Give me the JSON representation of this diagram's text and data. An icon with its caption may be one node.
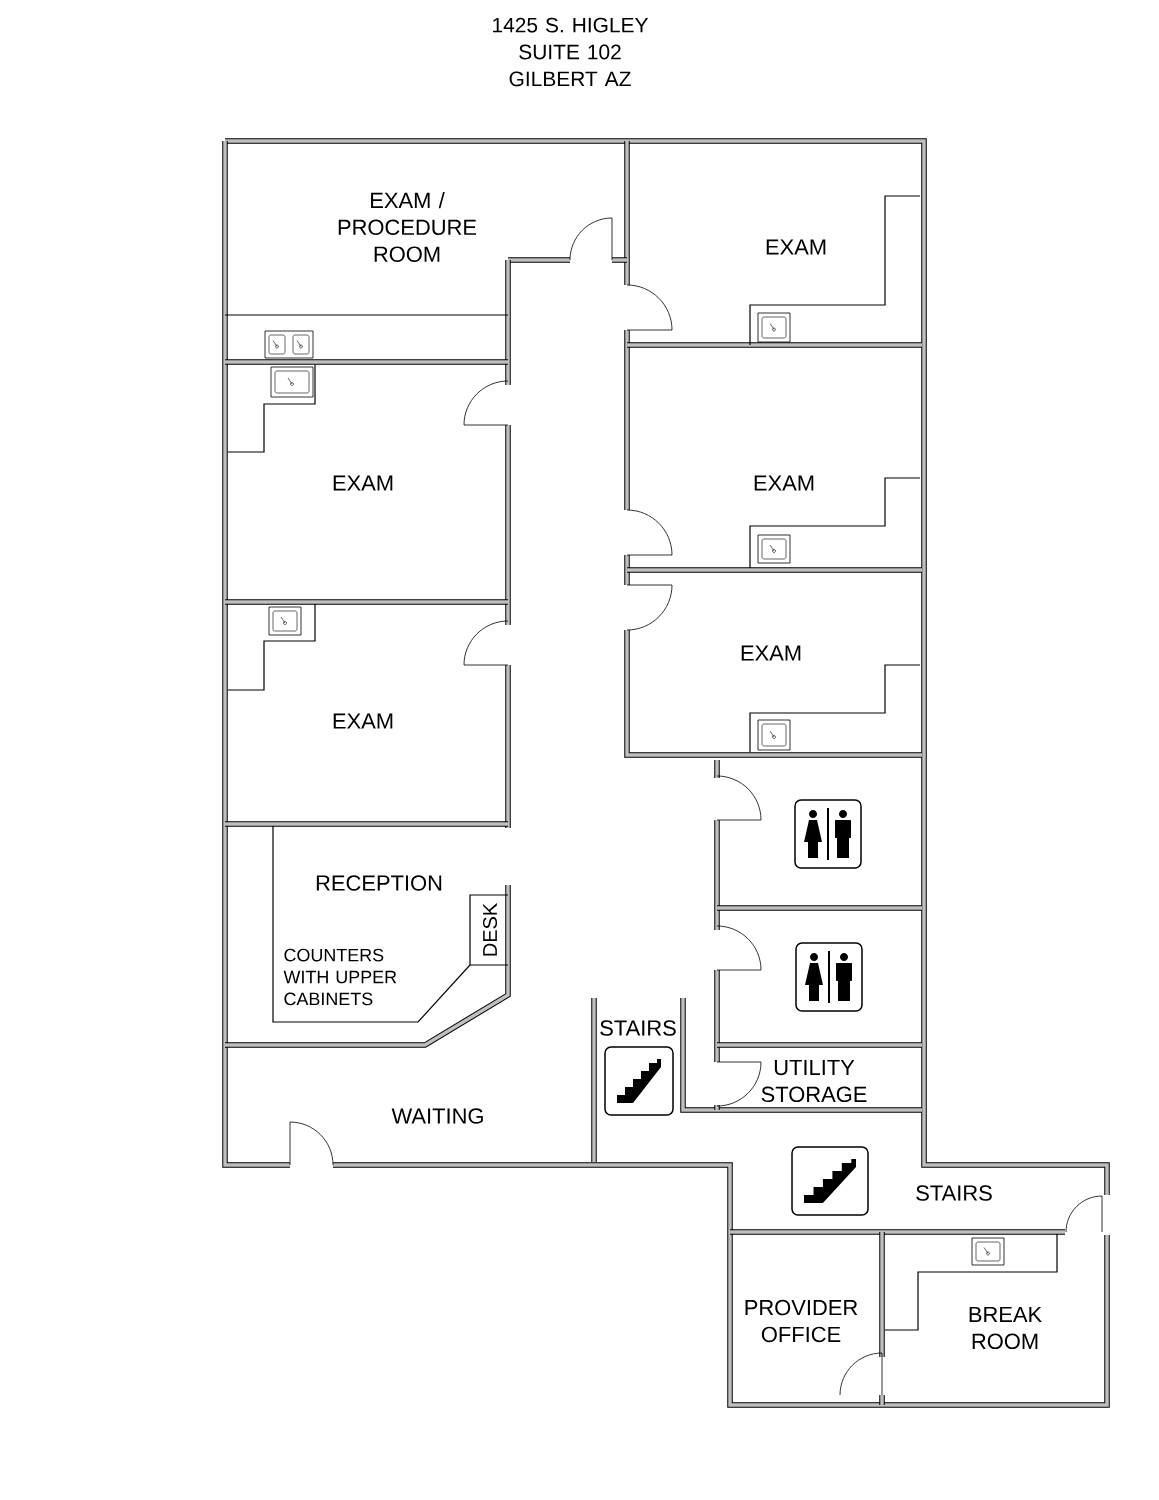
{
  "diagram": {
    "title": "1425 S. HIGLEY SUITE 102 GILBERT AZ",
    "labels": [
      "EXAM / PROCEDURE ROOM",
      "EXAM",
      "EXAM",
      "EXAM",
      "EXAM",
      "EXAM",
      "RECEPTION",
      "DESK",
      "COUNTERS WITH UPPER CABINETS",
      "STAIRS",
      "UTILITY STORAGE",
      "WAITING",
      "STAIRS",
      "PROVIDER OFFICE",
      "BREAK ROOM"
    ]
  }
}
